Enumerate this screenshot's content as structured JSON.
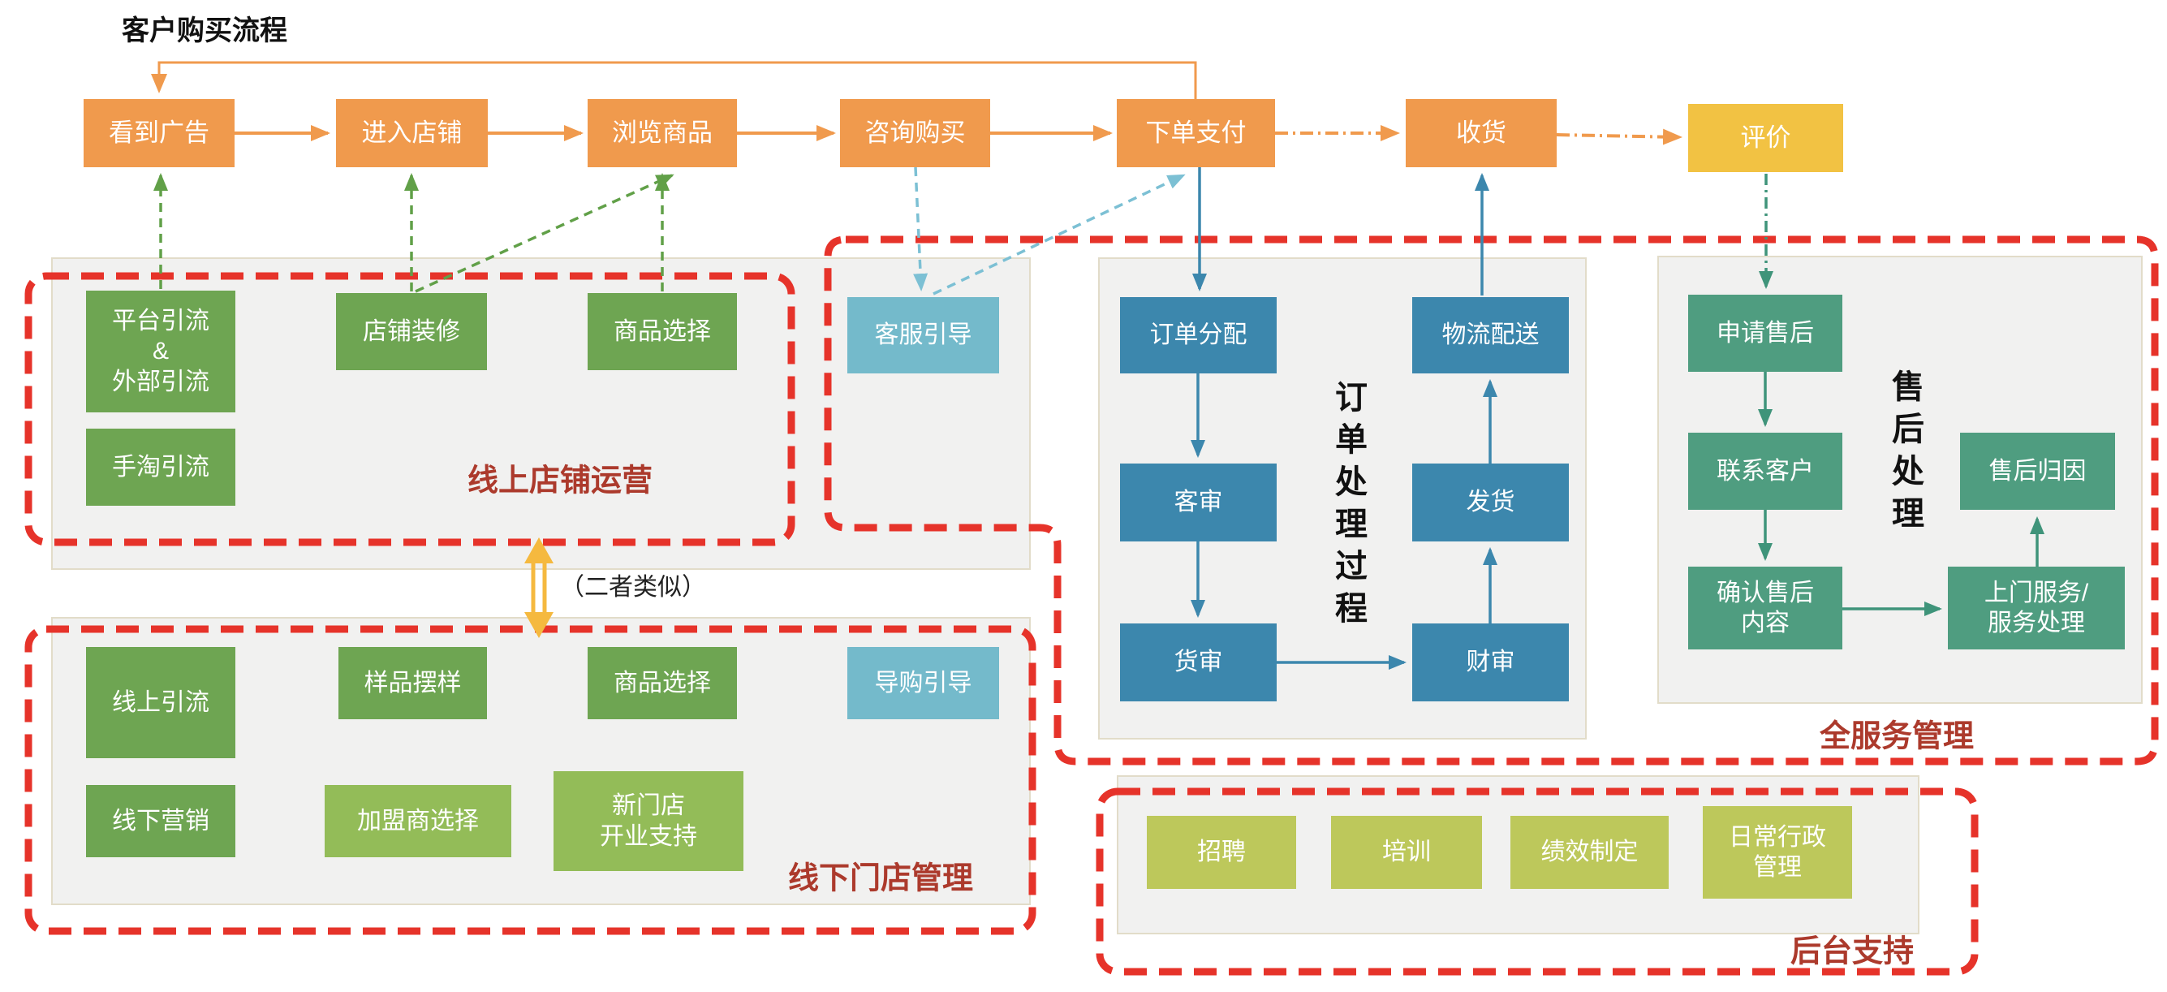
{
  "title": "客户购买流程",
  "top_flow": {
    "steps": [
      "看到广告",
      "进入店铺",
      "浏览商品",
      "咨询购买",
      "下单支付",
      "收货",
      "评价"
    ]
  },
  "sections": {
    "online_shop": {
      "label": "线上店铺运营",
      "boxes": [
        "平台引流\n&\n外部引流",
        "店铺装修",
        "商品选择",
        "手淘引流",
        "客服引导"
      ]
    },
    "offline_store": {
      "label": "线下门店管理",
      "boxes": [
        "线上引流",
        "样品摆样",
        "商品选择",
        "导购引导",
        "线下营销",
        "加盟商选择",
        "新门店\n开业支持"
      ]
    },
    "order_process": {
      "vertical_label": "订单处理过程",
      "boxes": [
        "订单分配",
        "客审",
        "货审",
        "财审",
        "发货",
        "物流配送"
      ]
    },
    "after_sales": {
      "label": "全服务管理",
      "vertical_label": "售后处理",
      "boxes": [
        "申请售后",
        "联系客户",
        "确认售后\n内容",
        "上门服务/\n服务处理",
        "售后归因"
      ]
    },
    "backend": {
      "label": "后台支持",
      "boxes": [
        "招聘",
        "培训",
        "绩效制定",
        "日常行政\n管理"
      ]
    }
  },
  "annotations": {
    "similar_note": "（二者类似）"
  },
  "colors": {
    "flow_orange": "#F09A4D",
    "flow_yellow": "#F2C243",
    "node_green": "#6EA552",
    "node_light_green": "#93BC58",
    "node_yellow_green": "#BDC85B",
    "node_blue": "#3C87AD",
    "node_light_blue": "#74BACB",
    "node_teal": "#4F9D80",
    "dashed_border_red": "#E6332A",
    "section_label_red": "#AC3A2C",
    "panel_gray": "#F1F1F0",
    "connector_green": "#61A048",
    "connector_light_blue": "#7CC0D4",
    "similar_arrow_yellow": "#F5B93F"
  }
}
